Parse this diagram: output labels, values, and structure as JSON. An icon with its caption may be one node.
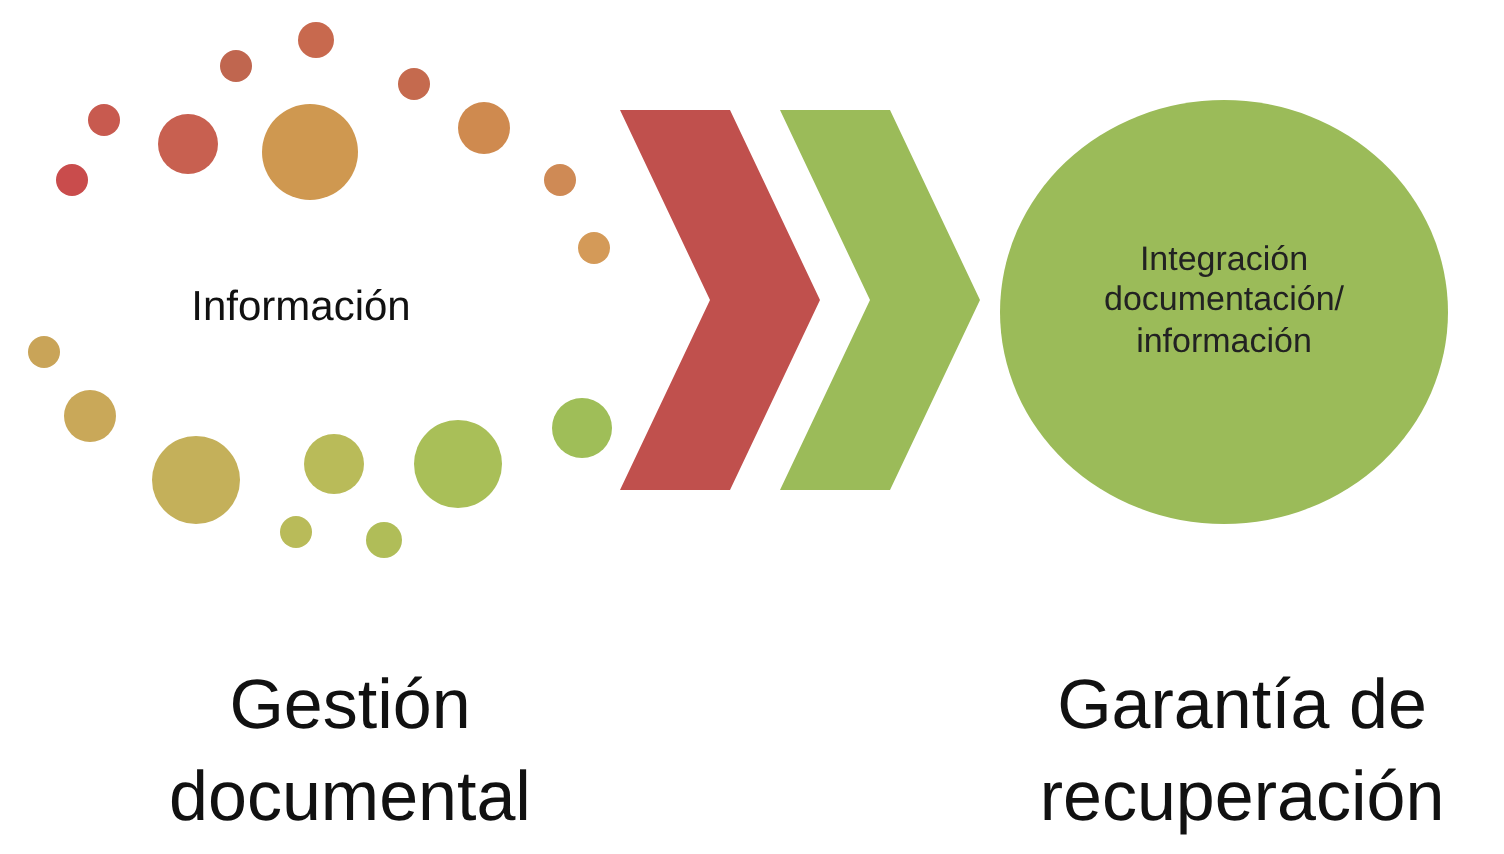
{
  "diagram": {
    "nodes": [
      {
        "text": [
          "Información"
        ],
        "beside": [
          "Gestión documental"
        ]
      },
      {
        "text": [
          "Integración documentación/ información"
        ],
        "beside": [
          "Garantía de recuperación"
        ]
      }
    ],
    "edges": [
      {
        "from": 0,
        "to": 1,
        "arrow": "to"
      }
    ]
  }
}
